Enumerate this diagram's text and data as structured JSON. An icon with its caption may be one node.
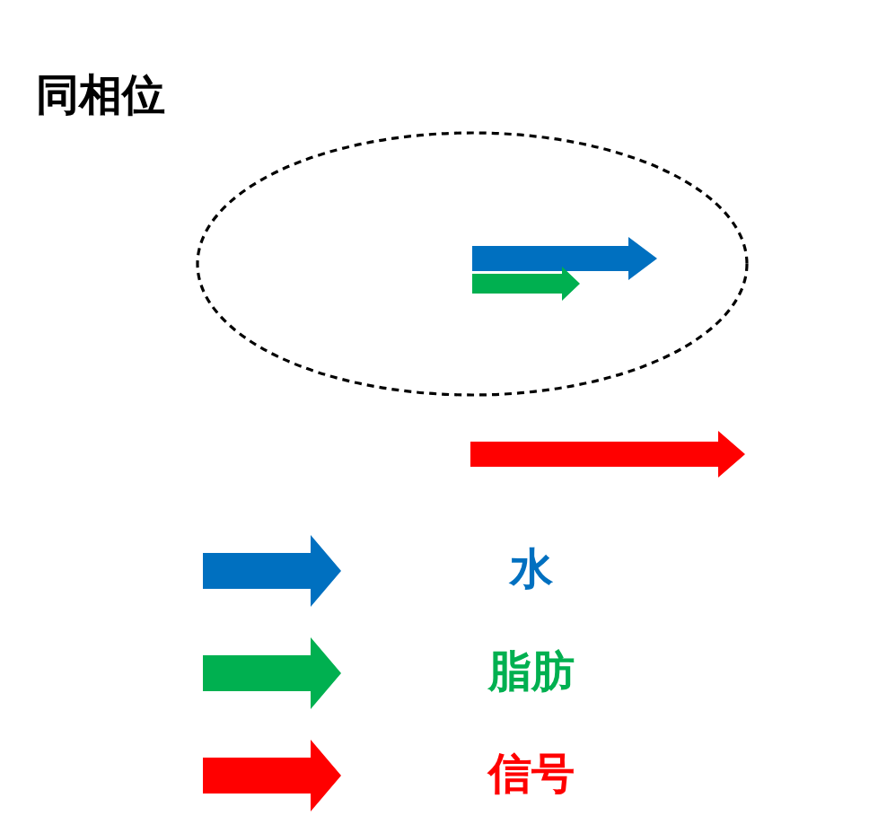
{
  "diagram": {
    "title": "同相位",
    "legend": [
      {
        "text": "水",
        "color": "#0070c0"
      },
      {
        "text": "脂肪",
        "color": "#00b050"
      },
      {
        "text": "信号",
        "color": "#ff0000"
      }
    ]
  }
}
